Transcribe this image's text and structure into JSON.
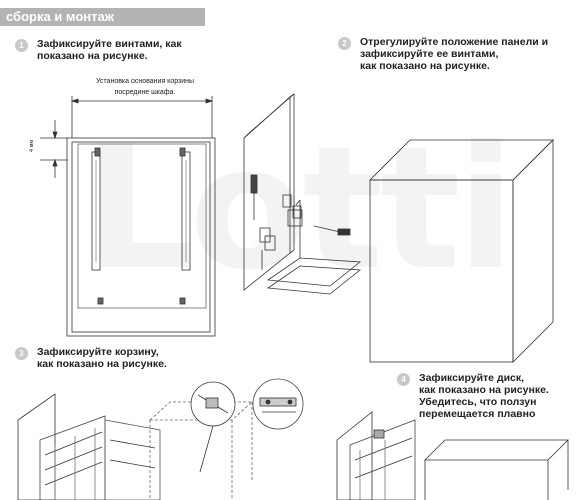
{
  "header": {
    "title": "сборка и монтаж"
  },
  "steps": [
    {
      "num": "1",
      "text": "Зафиксируйте винтами, как\nпоказано на рисунке."
    },
    {
      "num": "2",
      "text": "Отрегулируйте положение панели и\nзафиксируйте ее винтами,\nкак показано на рисунке."
    },
    {
      "num": "3",
      "text": "Зафиксируйте корзину,\nкак показано на рисунке."
    },
    {
      "num": "4",
      "text": "Зафиксируйте диск,\nкак показано на рисунке.\nУбедитесь, что ползун\nперемещается плавно"
    }
  ],
  "dimension": {
    "label": "Установка основания корзины\nпосредине шкафа.",
    "side": "4 мм"
  },
  "watermark": "Lotti"
}
